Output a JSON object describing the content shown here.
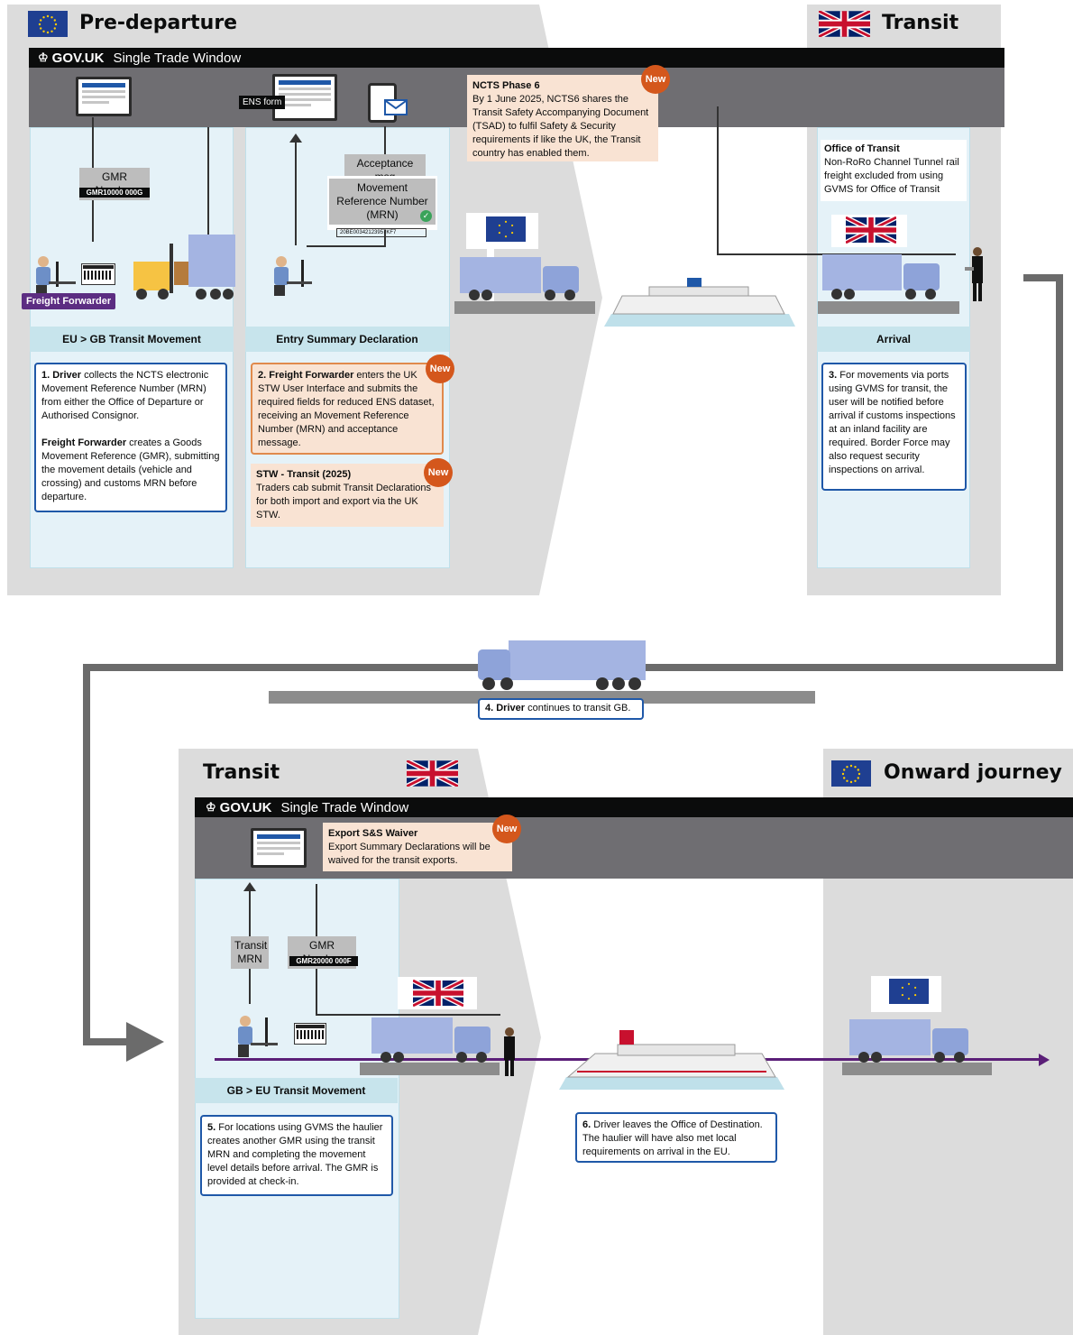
{
  "colors": {
    "gov_black": "#0b0c0c",
    "grey_band": "#6f6e72",
    "light_blue": "#e5f2f8",
    "head_blue": "#c7e4ec",
    "box_border": "#1f58a8",
    "peach": "#f9e3d3",
    "new_orange": "#d4571c",
    "purple_badge": "#5c2d82",
    "route_purple": "#5b1f78",
    "flow_grey": "#6b6b6b"
  },
  "icons": [
    "eu-flag-icon",
    "uk-flag-icon",
    "crown-icon",
    "screen-icon",
    "tablet-icon",
    "envelope-icon",
    "check-icon",
    "barcode-icon",
    "person-at-desk-icon",
    "forklift-icon",
    "truck-icon",
    "ship-icon",
    "border-officer-icon",
    "arrow-right-icon"
  ],
  "top": {
    "section_left_title": "Pre-departure",
    "section_right_title": "Transit",
    "gov_label": "GOV.UK",
    "stw_label": "Single Trade Window",
    "col1": {
      "gmr_label": "GMR Number",
      "gmr_code": "GMR10000 000G",
      "badge": "Freight Forwarder",
      "heading": "EU > GB Transit Movement",
      "text_a_bold": "1. Driver",
      "text_a": " collects the NCTS electronic Movement Reference Number (MRN) from either the Office of Departure or Authorised Consignor.",
      "text_b_bold": "Freight Forwarder",
      "text_b": " creates a Goods Movement Reference (GMR), submitting the movement details (vehicle and crossing) and customs MRN before departure."
    },
    "col2": {
      "ens_form": "ENS form",
      "acceptance": "Acceptance msg",
      "mrn_label": "Movement Reference Number (MRN)",
      "mrn_code": "20BE00342123957KF7",
      "heading": "Entry Summary Declaration",
      "text_bold": "2. Freight Forwarder",
      "text": " enters the UK STW User Interface and submits the required fields for reduced ENS dataset, receiving an Movement Reference Number (MRN) and acceptance message.",
      "stw_title": "STW - Transit (2025)",
      "stw_text": "Traders cab submit Transit Declarations for both import and export via the UK STW."
    },
    "ncts": {
      "title": "NCTS Phase 6",
      "text": "By 1 June 2025, NCTS6 shares the Transit Safety Accompanying Document (TSAD) to fulfil Safety & Security requirements if like the UK, the Transit country has enabled them."
    },
    "col3": {
      "office_title": "Office of Transit",
      "office_text": "Non-RoRo Channel Tunnel rail freight excluded from using GVMS for Office of Transit",
      "heading": "Arrival",
      "text_bold": "3.",
      "text": " For movements via ports using GVMS for transit, the user will be notified before arrival if customs inspections at an inland facility are required. Border Force may also request security inspections on arrival."
    },
    "new_label": "New"
  },
  "middle": {
    "text_bold": "4. Driver",
    "text": " continues to transit GB."
  },
  "bottom": {
    "section_left_title": "Transit",
    "section_right_title": "Onward journey",
    "gov_label": "GOV.UK",
    "stw_label": "Single Trade Window",
    "waiver_title": "Export S&S Waiver",
    "waiver_text": "Export Summary Declarations will be waived for the transit exports.",
    "transit_mrn": "Transit MRN",
    "gmr_label": "GMR Number",
    "gmr_code": "GMR20000 000F",
    "heading": "GB > EU Transit Movement",
    "text5_bold": "5.",
    "text5": " For locations using GVMS the haulier creates another GMR using the transit MRN and completing the movement level details before arrival. The GMR is provided at check-in.",
    "text6_bold": "6.",
    "text6": " Driver leaves the Office of Destination. The haulier will have also met local requirements on arrival in the EU.",
    "new_label": "New"
  }
}
